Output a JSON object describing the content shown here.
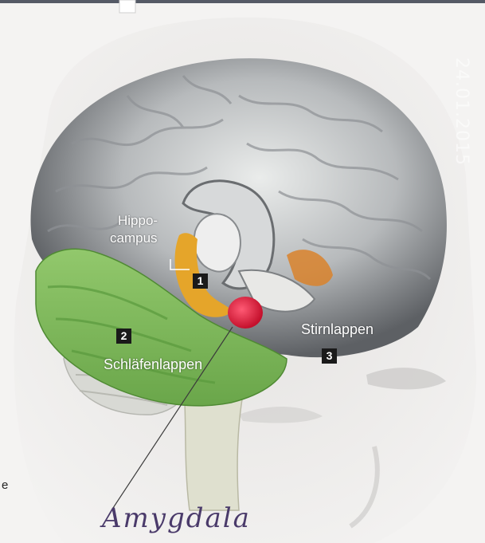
{
  "labels": {
    "hippocampus_line1": "Hippo-",
    "hippocampus_line2": "campus",
    "schlaefenlappen": "Schläfenlappen",
    "stirnlappen": "Stirnlappen",
    "amygdala_handwritten": "Amygdala"
  },
  "badges": {
    "one": "1",
    "two": "2",
    "three": "3"
  },
  "margin_stamp": "24.01.2015",
  "left_edge_text": "e",
  "colors": {
    "brain_grey": "#b9bcbf",
    "temporal_lobe_green": "#7dbb5a",
    "hippocampus_yellow": "#e5a52a",
    "amygdala_red": "#d91a3a",
    "frontal_orange": "#d9822b",
    "handwriting_ink": "#4a3a6a"
  }
}
